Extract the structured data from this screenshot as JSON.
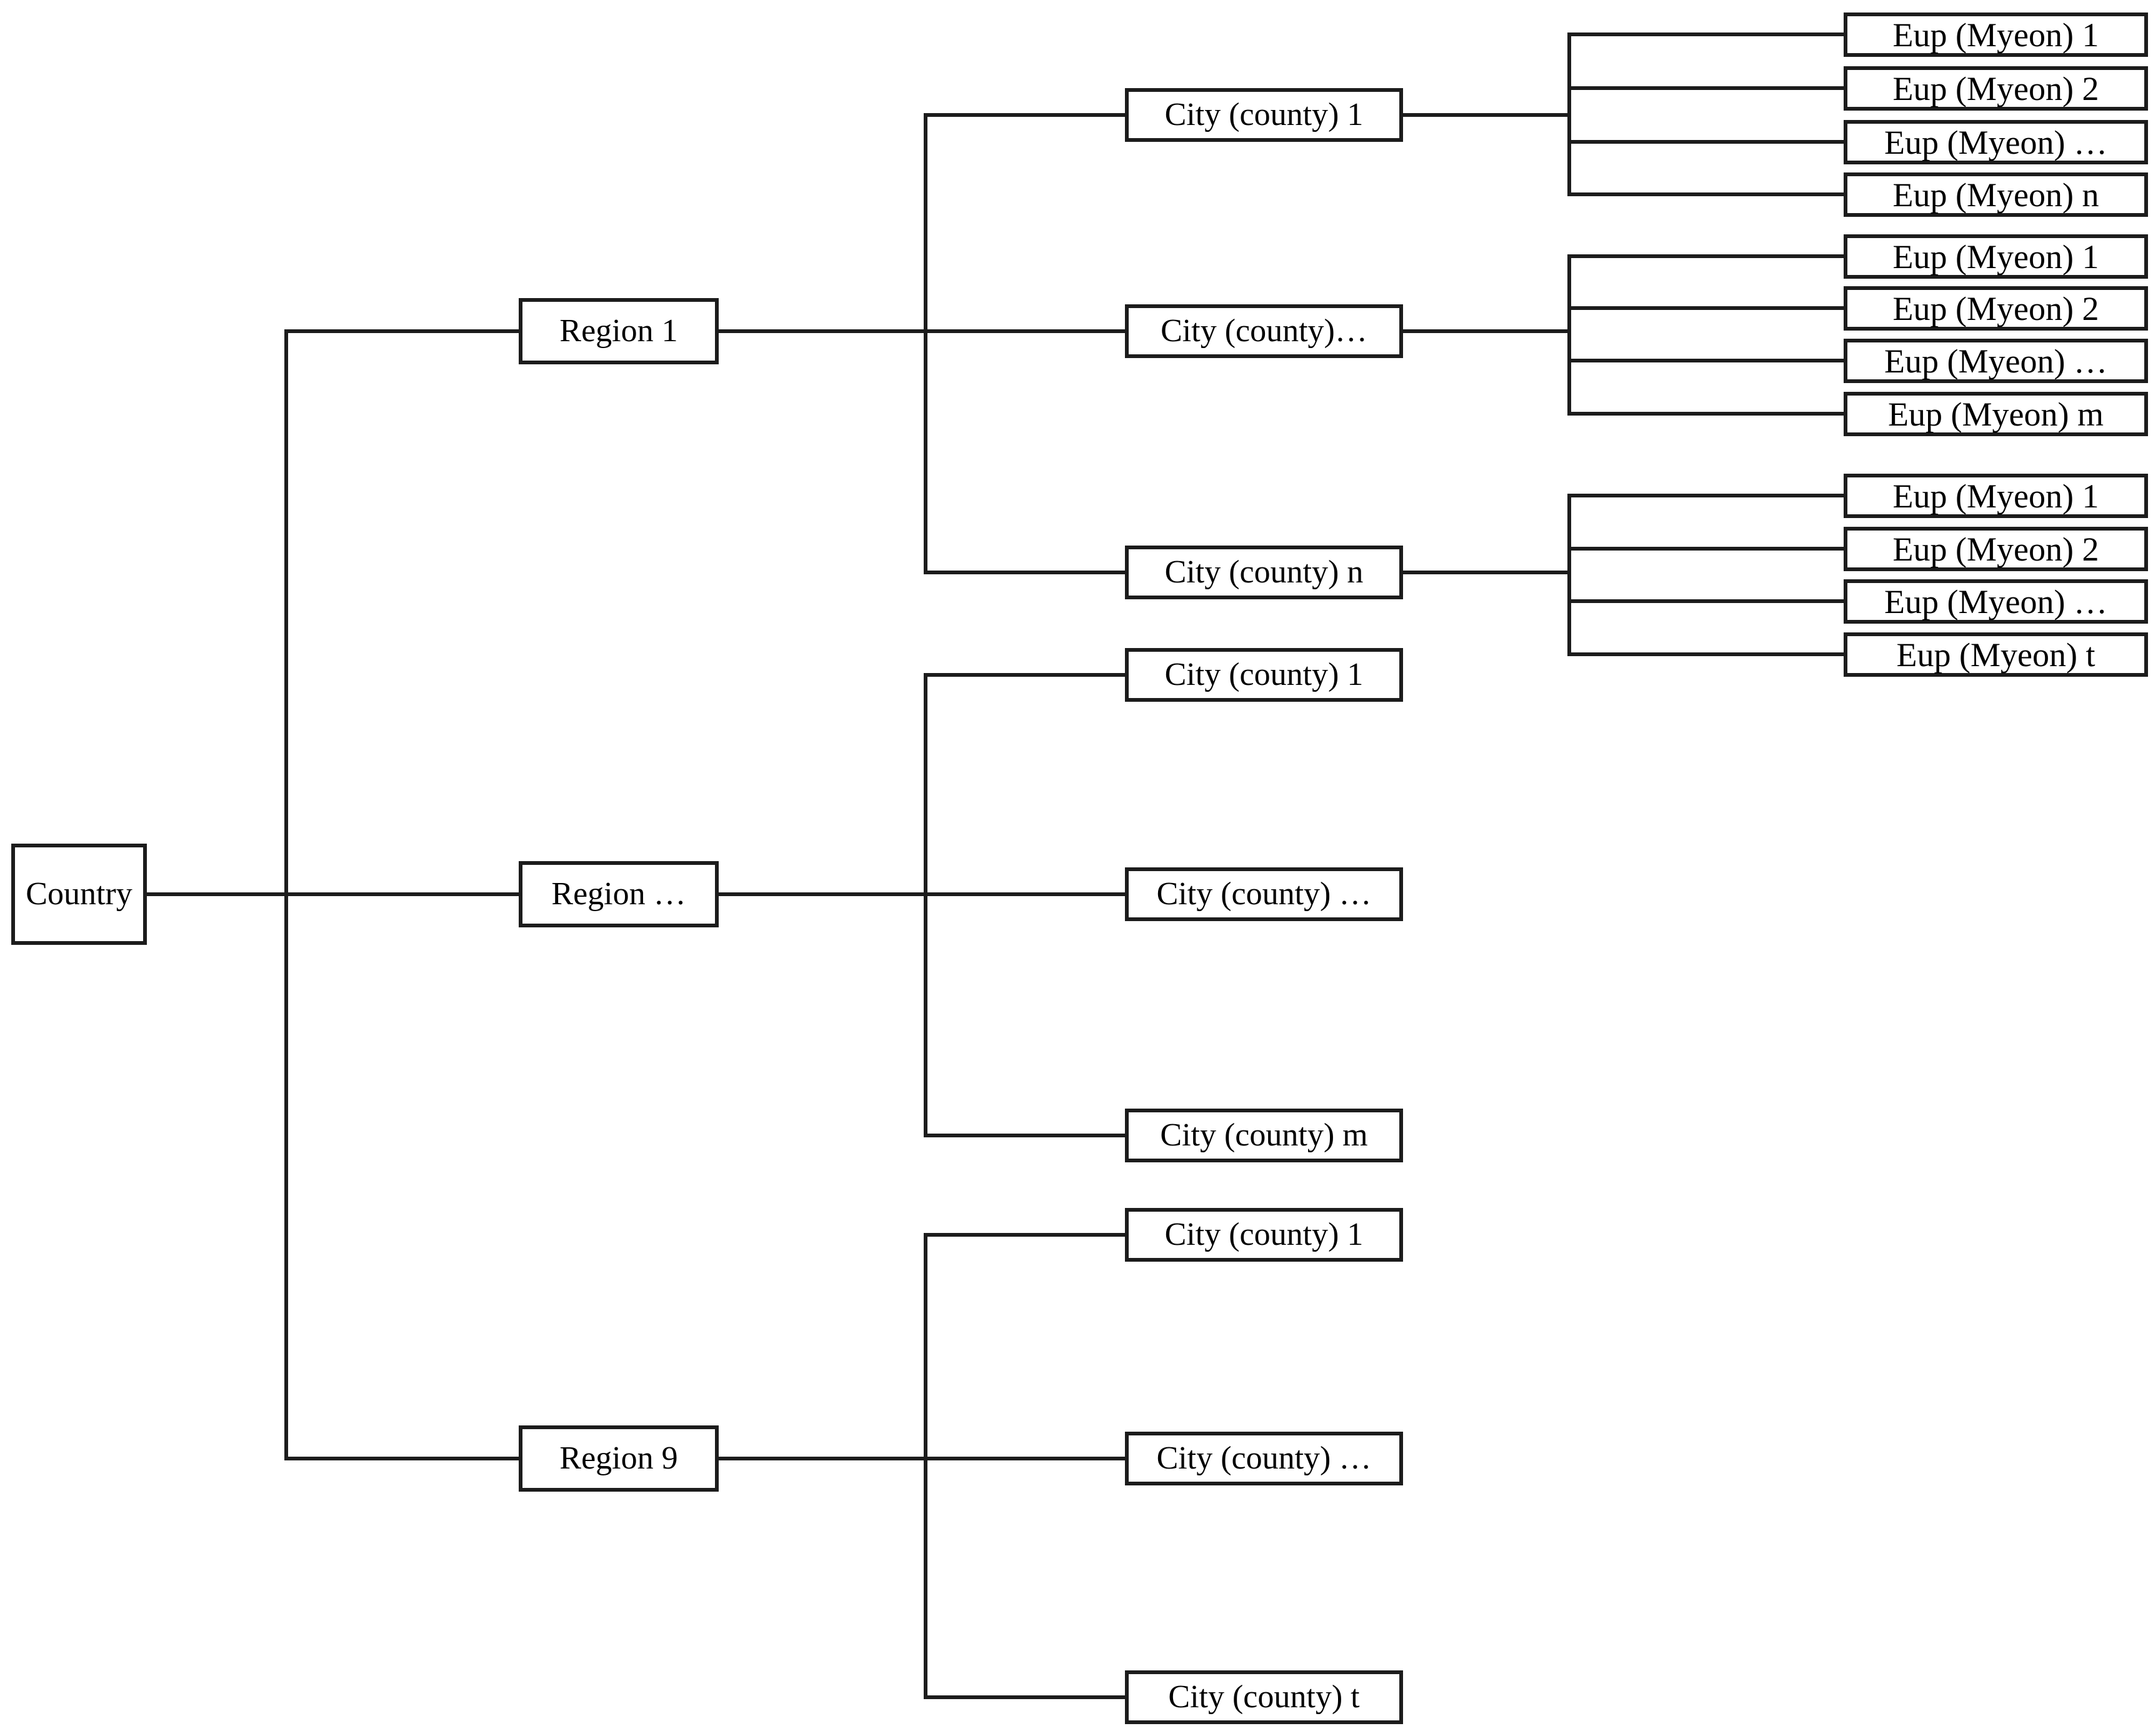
{
  "diagram": {
    "type": "hierarchy-tree",
    "country": {
      "label": "Country"
    },
    "regions": [
      {
        "label": "Region 1",
        "cities": [
          {
            "label": "City (county) 1",
            "eups": [
              "Eup (Myeon) 1",
              "Eup (Myeon) 2",
              "Eup (Myeon) …",
              "Eup (Myeon) n"
            ]
          },
          {
            "label": "City (county)…",
            "eups": [
              "Eup (Myeon) 1",
              "Eup (Myeon) 2",
              "Eup (Myeon) …",
              "Eup (Myeon) m"
            ]
          },
          {
            "label": "City (county) n",
            "eups": [
              "Eup (Myeon) 1",
              "Eup (Myeon) 2",
              "Eup (Myeon) …",
              "Eup (Myeon) t"
            ]
          }
        ]
      },
      {
        "label": "Region …",
        "cities": [
          {
            "label": "City (county) 1"
          },
          {
            "label": "City (county) …"
          },
          {
            "label": "City (county) m"
          }
        ]
      },
      {
        "label": "Region 9",
        "cities": [
          {
            "label": "City (county) 1"
          },
          {
            "label": "City (county) …"
          },
          {
            "label": "City (county) t"
          }
        ]
      }
    ]
  }
}
